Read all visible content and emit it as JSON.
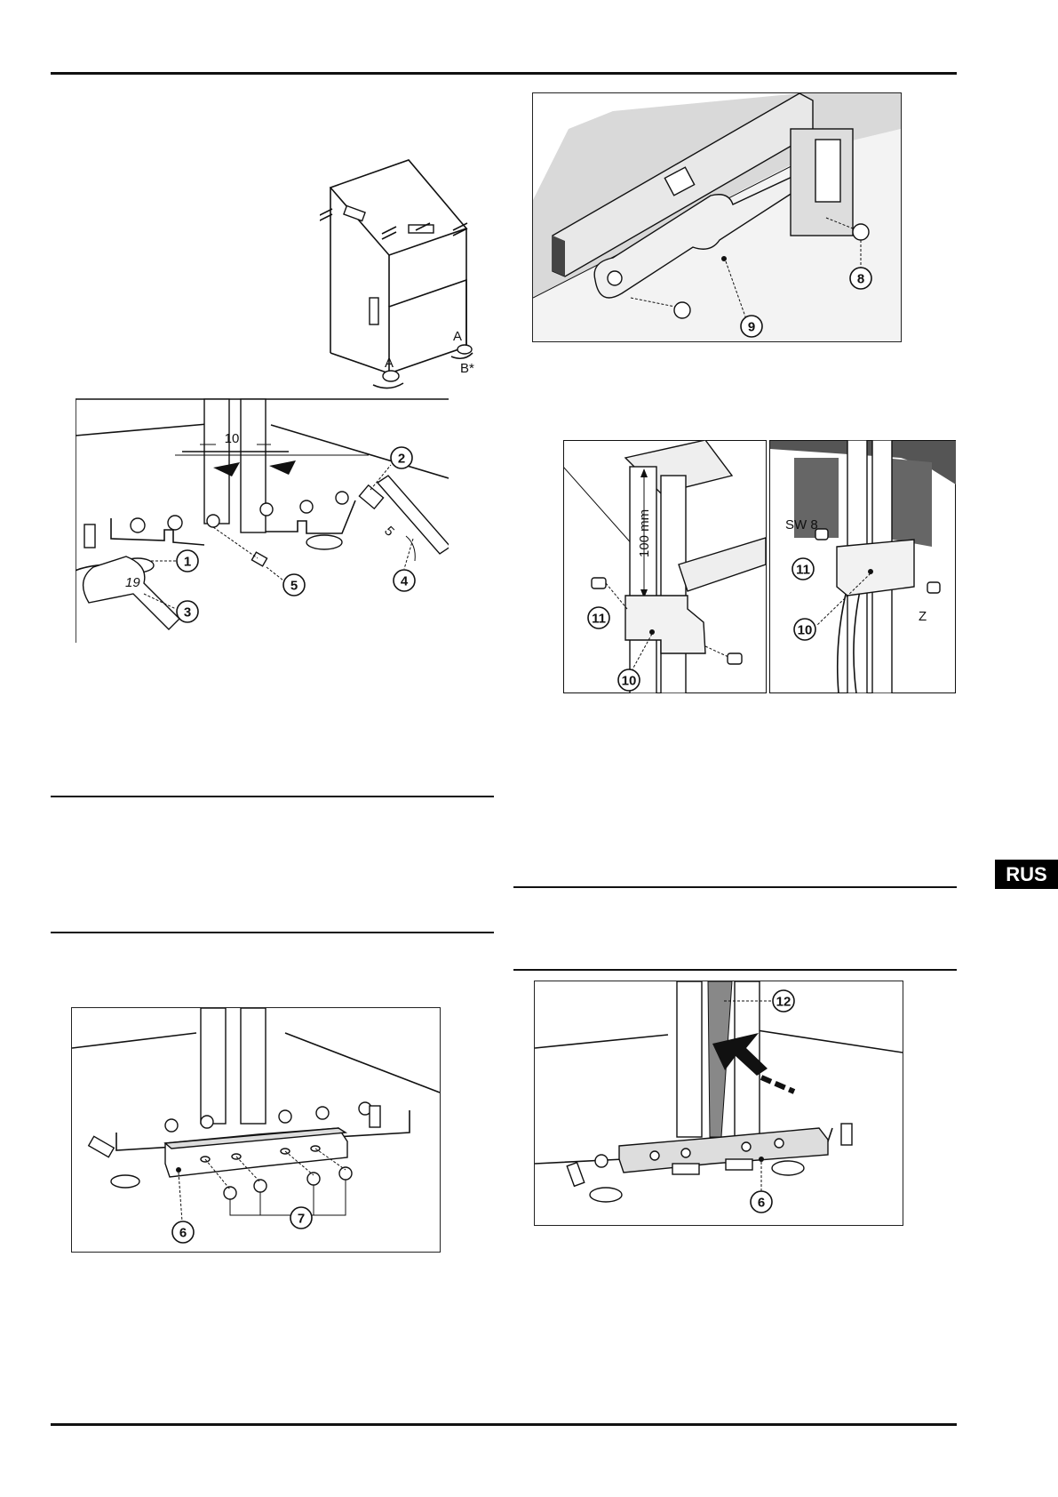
{
  "page": {
    "language_tab": "RUS"
  },
  "fig_cabinet": {
    "label_a_left": "A",
    "label_a_right": "A",
    "label_b": "B*"
  },
  "fig_feet": {
    "dimension": "10",
    "callouts": [
      "1",
      "2",
      "3",
      "4",
      "5"
    ],
    "wrench_size": "19",
    "hex_size": "5"
  },
  "fig_rail_bottom": {
    "callouts": [
      "6",
      "7"
    ]
  },
  "fig_top_bracket": {
    "callouts": [
      "8",
      "9"
    ]
  },
  "fig_side_brackets": {
    "dimension": "100 mm",
    "wrench_label": "SW 8",
    "callouts_left": [
      "11",
      "10"
    ],
    "callouts_right": [
      "11",
      "10"
    ],
    "label_z": "Z"
  },
  "fig_plinth": {
    "callouts": [
      "12",
      "6"
    ]
  }
}
